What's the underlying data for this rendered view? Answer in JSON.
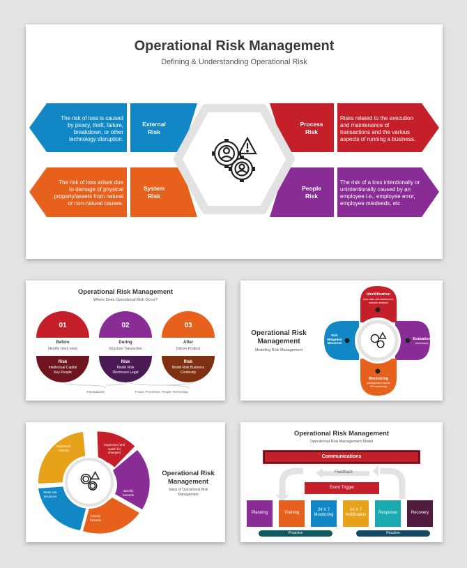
{
  "colors": {
    "blue": "#1187c5",
    "red": "#c51f2a",
    "orange": "#e8611c",
    "purple": "#8a2c95",
    "yellow": "#e8a219",
    "teal": "#1aaab0",
    "darkpurple": "#511c3f",
    "navy": "#144a66",
    "darkteal": "#0f5a5e"
  },
  "main": {
    "title": "Operational Risk Management",
    "subtitle": "Defining & Understanding Operational Risk",
    "center_icon": "gear-people-warning-icon",
    "items": [
      {
        "label": "External\nRisk",
        "desc": "The risk of loss is caused by piracy, theft, failure, breakdown, or other technology disruption."
      },
      {
        "label": "System\nRisk",
        "desc": "The risk of loss arises due to damage of physical property/assets from natural or non-natural causes."
      },
      {
        "label": "Process\nRisk",
        "desc": "Risks related to the execution and maintenance of transactions and the various aspects of running a business."
      },
      {
        "label": "People\nRisk",
        "desc": "The risk of a loss intentionally or unintentionally caused by an employee i.e., employee error, employee misdeeds, etc."
      }
    ]
  },
  "t1": {
    "title": "Operational Risk Management",
    "subtitle": "Where Does Operational Risk Occur?",
    "cols": [
      {
        "num": "01",
        "head": "Before",
        "sub": "Identify client need",
        "risk": "Risk",
        "riskdesc": "Intellectual Capital\nKey People"
      },
      {
        "num": "02",
        "head": "During",
        "sub": "Structure Transaction",
        "risk": "Risk",
        "riskdesc": "Model Risk\nDisclosure Legal"
      },
      {
        "num": "03",
        "head": "After",
        "sub": "Deliver Product",
        "risk": "Risk",
        "riskdesc": "Model Risk Business\nContinuity"
      }
    ],
    "foot1": "Reputational",
    "foot2": "Fraud, Processes, People Technology"
  },
  "t2": {
    "title": "Operational Risk\nManagement",
    "subtitle": "Modeling Risk Management",
    "petals": [
      {
        "head": "Identification",
        "sub": "(loss data, self-assessment,\nscenario analysis)"
      },
      {
        "head": "Evaluation",
        "sub": "(workshops)"
      },
      {
        "head": "Monitoring",
        "sub": "(management reports,\nKRI monitoring)"
      },
      {
        "head": "Risk\nMitigation\nMeasures",
        "sub": ""
      }
    ]
  },
  "t3": {
    "title": "Operational Risk\nManagement",
    "subtitle": "Steps of Operational Risk\nManagement",
    "segments": [
      "Supervise (and\nwatch for\nchanges)",
      "Identify\nhazards",
      "Assess\nhazards",
      "Make risk\ndecisions",
      "Implement\ncontrols"
    ]
  },
  "t4": {
    "title": "Operational Risk Management",
    "subtitle": "Operational Risk Management Model",
    "communications": "Communications",
    "feedback": "Feedback",
    "event": "Event Trigger",
    "boxes": [
      "Planning",
      "Training",
      "24 X 7\nMonitoring",
      "24 X 7\nNotification",
      "Response",
      "Recovery"
    ],
    "proactive": "Proactive",
    "reactive": "Reactive"
  }
}
